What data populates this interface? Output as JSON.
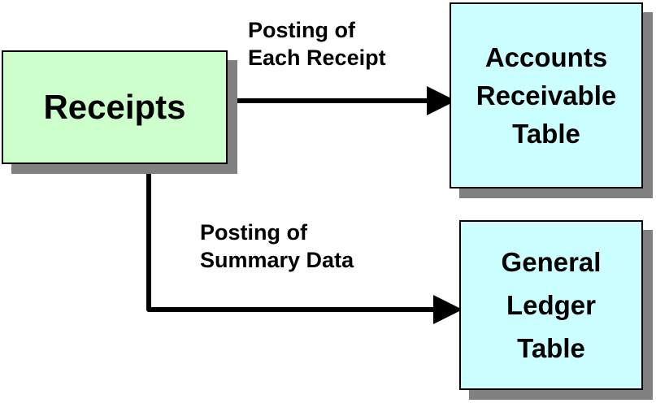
{
  "colors": {
    "source_fill": "#ccffcc",
    "target_fill": "#ccffff",
    "stroke": "#000000",
    "shadow": "#808080"
  },
  "receipts": {
    "label": "Receipts"
  },
  "accounts_receivable": {
    "lines": [
      "Accounts",
      "Receivable",
      "Table"
    ]
  },
  "general_ledger": {
    "lines": [
      "General",
      "Ledger",
      "Table"
    ]
  },
  "flow_each_receipt": {
    "lines": [
      "Posting of",
      "Each Receipt"
    ]
  },
  "flow_summary": {
    "lines": [
      "Posting of",
      "Summary Data"
    ]
  }
}
